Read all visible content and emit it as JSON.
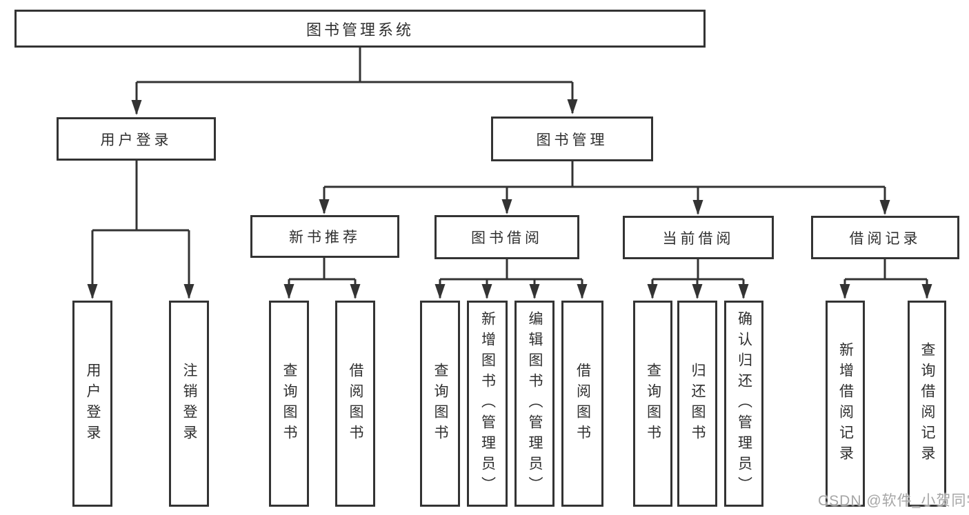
{
  "tree": {
    "root": "图书管理系统",
    "branches": [
      {
        "label": "用户登录",
        "children": [
          "用户登录",
          "注销登录"
        ]
      },
      {
        "label": "图书管理",
        "groups": [
          {
            "label": "新书推荐",
            "children": [
              "查询图书",
              "借阅图书"
            ]
          },
          {
            "label": "图书借阅",
            "children": [
              "查询图书",
              "新增图书（管理员）",
              "编辑图书（管理员）",
              "借阅图书"
            ]
          },
          {
            "label": "当前借阅",
            "children": [
              "查询图书",
              "归还图书",
              "确认归还（管理员）"
            ]
          },
          {
            "label": "借阅记录",
            "children": [
              "新增借阅记录",
              "查询借阅记录"
            ]
          }
        ]
      }
    ]
  },
  "watermark": "CSDN @软件_小贺同学",
  "colors": {
    "line": "#333333",
    "box_border": "#333333",
    "text": "#2f2f2f",
    "watermark_text": "#a6a6a6",
    "background": "#ffffff"
  }
}
